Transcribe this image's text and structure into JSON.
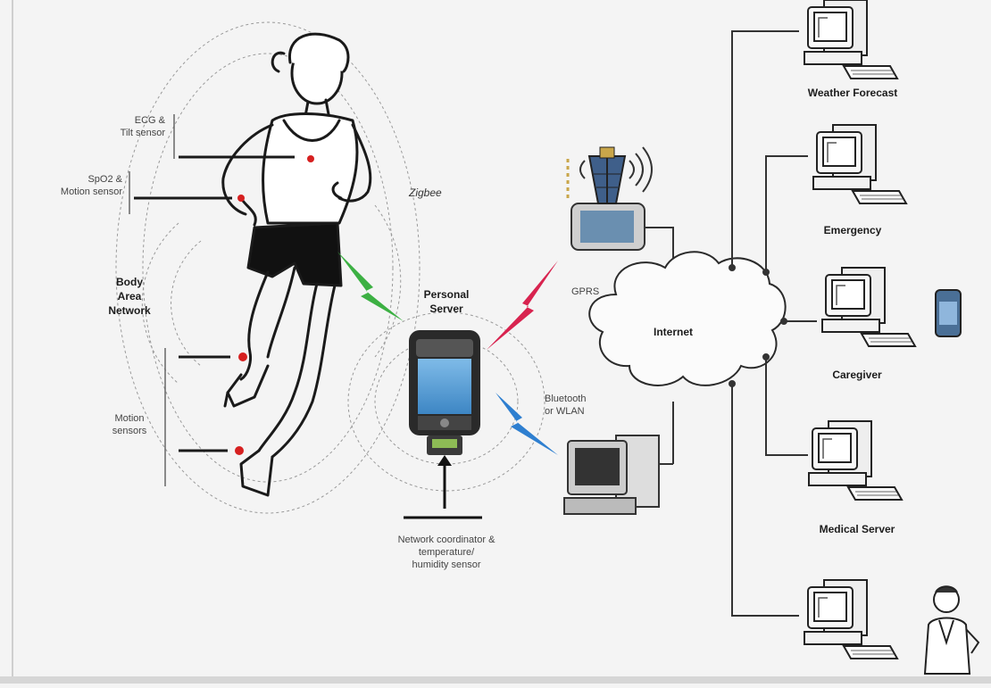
{
  "labels": {
    "ecg": "ECG &\nTilt sensor",
    "spo2": "SpO2 &\nMotion sensor",
    "ban": "Body\nArea\nNetwork",
    "motion": "Motion\nsensors",
    "zigbee": "Zigbee",
    "personal_server": "Personal\nServer",
    "gprs": "GPRS",
    "bluetooth": "Bluetooth\nor WLAN",
    "network_coordinator": "Network coordinator &\ntemperature/\nhumidity sensor",
    "internet": "Internet"
  },
  "endpoints": [
    {
      "label": "Weather Forecast"
    },
    {
      "label": "Emergency"
    },
    {
      "label": "Caregiver"
    },
    {
      "label": "Medical Server"
    },
    {
      "label": ""
    }
  ],
  "colors": {
    "zigbee_link": "#3cb043",
    "gprs_link": "#d8234f",
    "bluetooth_link": "#2e7fd0",
    "sensor_dot": "#d62020",
    "pda_screen": "#5aa3d8"
  }
}
